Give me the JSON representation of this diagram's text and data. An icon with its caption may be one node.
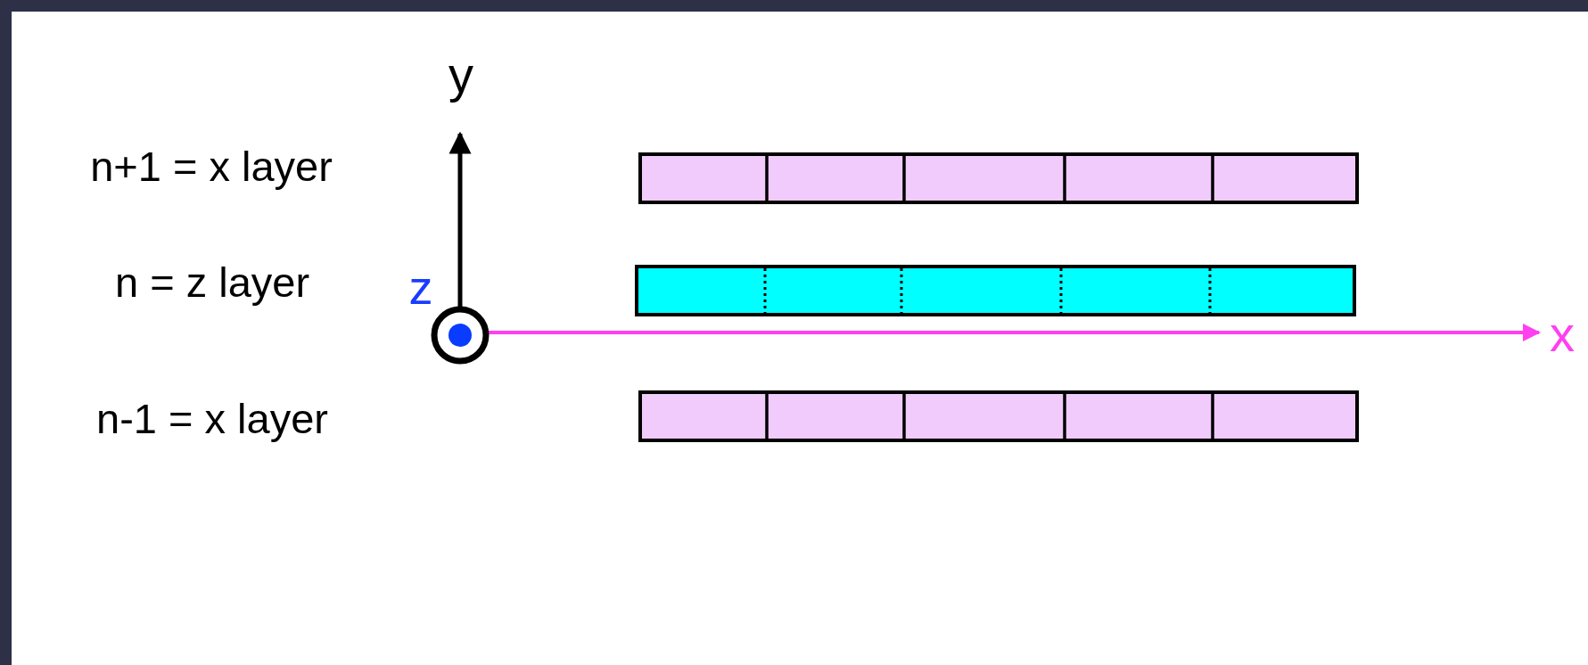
{
  "diagram": {
    "labels": [
      "y",
      "n+1 = x layer",
      "n = z layer",
      "z",
      "x",
      "n-1 = x layer"
    ]
  }
}
